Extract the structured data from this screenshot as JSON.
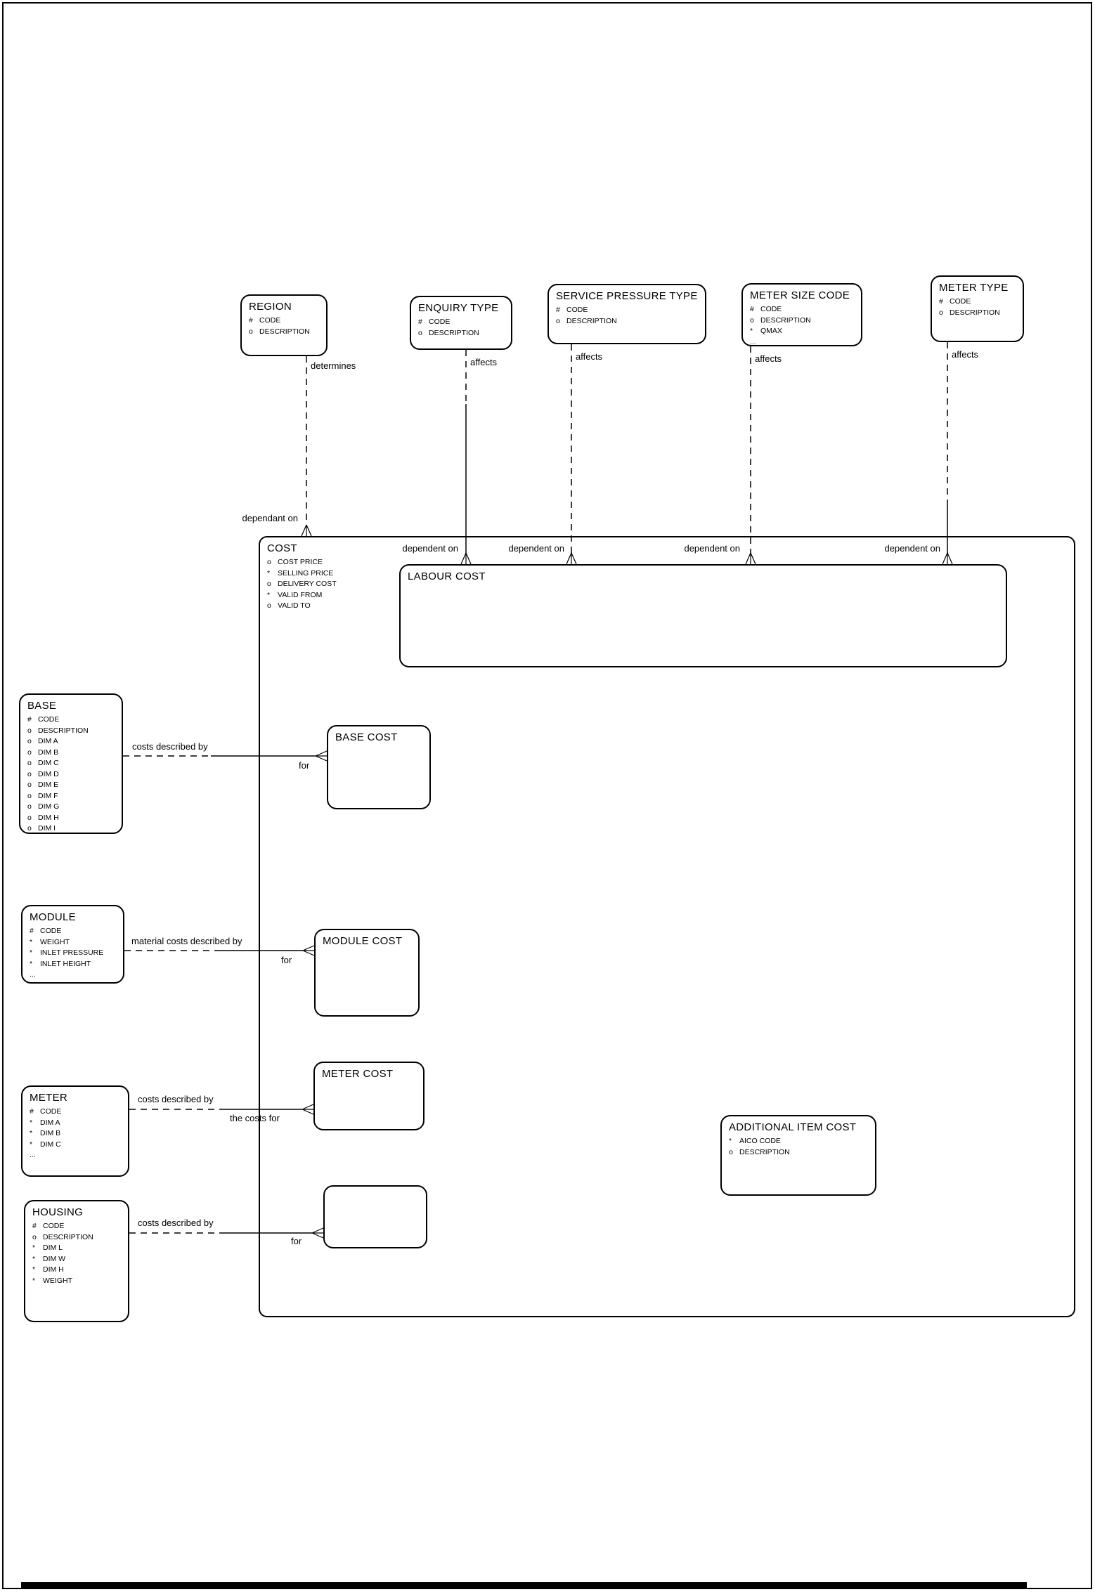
{
  "entities": {
    "region": {
      "title": "REGION",
      "attrs": [
        {
          "p": "#",
          "n": "CODE"
        },
        {
          "p": "o",
          "n": "DESCRIPTION"
        }
      ]
    },
    "enquiry_type": {
      "title": "ENQUIRY TYPE",
      "attrs": [
        {
          "p": "#",
          "n": "CODE"
        },
        {
          "p": "o",
          "n": "DESCRIPTION"
        }
      ]
    },
    "service_pressure_type": {
      "title": "SERVICE PRESSURE TYPE",
      "attrs": [
        {
          "p": "#",
          "n": "CODE"
        },
        {
          "p": "o",
          "n": "DESCRIPTION"
        }
      ]
    },
    "meter_size_code": {
      "title": "METER SIZE CODE",
      "attrs": [
        {
          "p": "#",
          "n": "CODE"
        },
        {
          "p": "o",
          "n": "DESCRIPTION"
        },
        {
          "p": "*",
          "n": "QMAX"
        },
        {
          "p": "...",
          "n": ""
        }
      ]
    },
    "meter_type": {
      "title": "METER TYPE",
      "attrs": [
        {
          "p": "#",
          "n": "CODE"
        },
        {
          "p": "o",
          "n": "DESCRIPTION"
        }
      ]
    },
    "cost": {
      "title": "COST",
      "attrs": [
        {
          "p": "o",
          "n": "COST PRICE"
        },
        {
          "p": "*",
          "n": "SELLING PRICE"
        },
        {
          "p": "o",
          "n": "DELIVERY COST"
        },
        {
          "p": "*",
          "n": "VALID FROM"
        },
        {
          "p": "o",
          "n": "VALID TO"
        }
      ]
    },
    "labour_cost": {
      "title": "LABOUR COST",
      "attrs": []
    },
    "base": {
      "title": "BASE",
      "attrs": [
        {
          "p": "#",
          "n": "CODE"
        },
        {
          "p": "o",
          "n": "DESCRIPTION"
        },
        {
          "p": "o",
          "n": "DIM A"
        },
        {
          "p": "o",
          "n": "DIM B"
        },
        {
          "p": "o",
          "n": "DIM C"
        },
        {
          "p": "o",
          "n": "DIM D"
        },
        {
          "p": "o",
          "n": "DIM E"
        },
        {
          "p": "o",
          "n": "DIM F"
        },
        {
          "p": "o",
          "n": "DIM G"
        },
        {
          "p": "o",
          "n": "DIM H"
        },
        {
          "p": "o",
          "n": "DIM I"
        }
      ]
    },
    "base_cost": {
      "title": "BASE COST",
      "attrs": []
    },
    "module": {
      "title": "MODULE",
      "attrs": [
        {
          "p": "#",
          "n": "CODE"
        },
        {
          "p": "*",
          "n": "WEIGHT"
        },
        {
          "p": "*",
          "n": "INLET PRESSURE"
        },
        {
          "p": "*",
          "n": "INLET HEIGHT"
        },
        {
          "p": "...",
          "n": ""
        }
      ]
    },
    "module_cost": {
      "title": "MODULE COST",
      "attrs": []
    },
    "meter": {
      "title": "METER",
      "attrs": [
        {
          "p": "#",
          "n": "CODE"
        },
        {
          "p": "*",
          "n": "DIM A"
        },
        {
          "p": "*",
          "n": "DIM B"
        },
        {
          "p": "*",
          "n": "DIM C"
        },
        {
          "p": "...",
          "n": ""
        }
      ]
    },
    "meter_cost": {
      "title": "METER COST",
      "attrs": []
    },
    "housing": {
      "title": "HOUSING",
      "attrs": [
        {
          "p": "#",
          "n": "CODE"
        },
        {
          "p": "o",
          "n": "DESCRIPTION"
        },
        {
          "p": "*",
          "n": "DIM L"
        },
        {
          "p": "*",
          "n": "DIM W"
        },
        {
          "p": "*",
          "n": "DIM H"
        },
        {
          "p": "*",
          "n": "WEIGHT"
        }
      ]
    },
    "additional_item_cost": {
      "title": "ADDITIONAL ITEM COST",
      "attrs": [
        {
          "p": "*",
          "n": "AICO CODE"
        },
        {
          "p": "o",
          "n": "DESCRIPTION"
        }
      ]
    }
  },
  "labels": {
    "determines": "determines",
    "dependant_on": "dependant on",
    "affects": "affects",
    "dependent_on": "dependent on",
    "costs_described_by": "costs described by",
    "material_costs_described_by": "material costs described by",
    "the_costs_for": "the costs for",
    "for": "for"
  },
  "colors": {
    "line": "#000000",
    "background": "#ffffff"
  }
}
